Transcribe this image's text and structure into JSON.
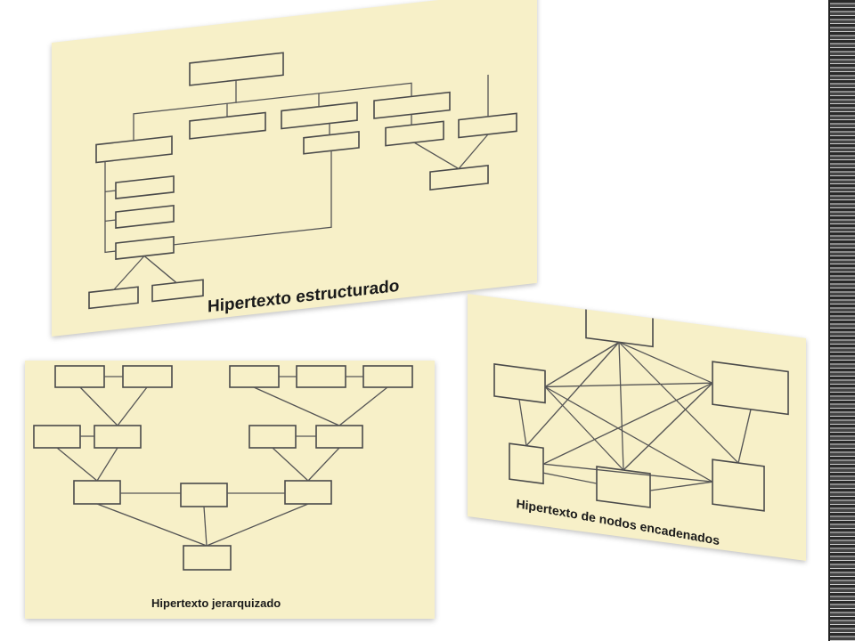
{
  "captions": {
    "structured": "Hipertexto estructurado",
    "hierarchical": "Hipertexto jerarquizado",
    "chained": "Hipertexto de nodos encadenados"
  },
  "colors": {
    "panel_fill": "#f7f0c8",
    "line": "#555555",
    "caption_text": "#1a1a1a"
  }
}
